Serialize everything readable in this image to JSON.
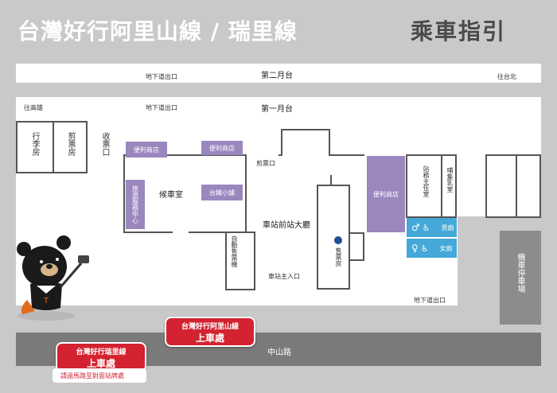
{
  "header": {
    "title": "台灣好行阿里山線 / 瑞里線",
    "subtitle": "乘車指引"
  },
  "platform2": {
    "label": "第二月台",
    "exit_label": "地下道出口",
    "direction": "往台北"
  },
  "platform1": {
    "label": "第一月台",
    "exit_label": "地下道出口",
    "direction": "往高雄"
  },
  "rooms": {
    "luggage": "行李房",
    "ticket_check": "剪票房",
    "collection": "收票口",
    "store1": "便利商店",
    "store2": "便利商店",
    "store3": "便利商店",
    "tourist_center": "旅遊服務中心",
    "waiting_room": "候車室",
    "kiosk": "台鐵小舖",
    "ticket_gate": "剪票口",
    "main_hall": "車站前站大廳",
    "vending": "自動售票機",
    "ticket_office": "售票房",
    "main_entrance": "車站主入口",
    "stationmaster": "站務主任室",
    "nursing": "哺集乳室",
    "mens_wc": "男廁",
    "womens_wc": "女廁",
    "bottom_exit": "地下道出口",
    "parking": "機車停車場"
  },
  "road": {
    "name": "中山路"
  },
  "stops": {
    "alishan_line": "台灣好行阿里山線",
    "alishan_board": "上車處",
    "ruili_line": "台灣好行瑞里線",
    "ruili_board": "上車處",
    "ruili_note": "請過馬路至對面站牌處"
  },
  "icons": {
    "mascot": "black-bear-mascot",
    "ticket": "ticket-icon",
    "wheelchair": "wheelchair-icon",
    "male": "male-icon",
    "female": "female-icon"
  },
  "colors": {
    "background": "#c9c9c9",
    "purple_facility": "#9b86be",
    "restroom": "#44a9d8",
    "bus_stop_red": "#d32330",
    "subtitle_gray": "#4a4a4a"
  }
}
